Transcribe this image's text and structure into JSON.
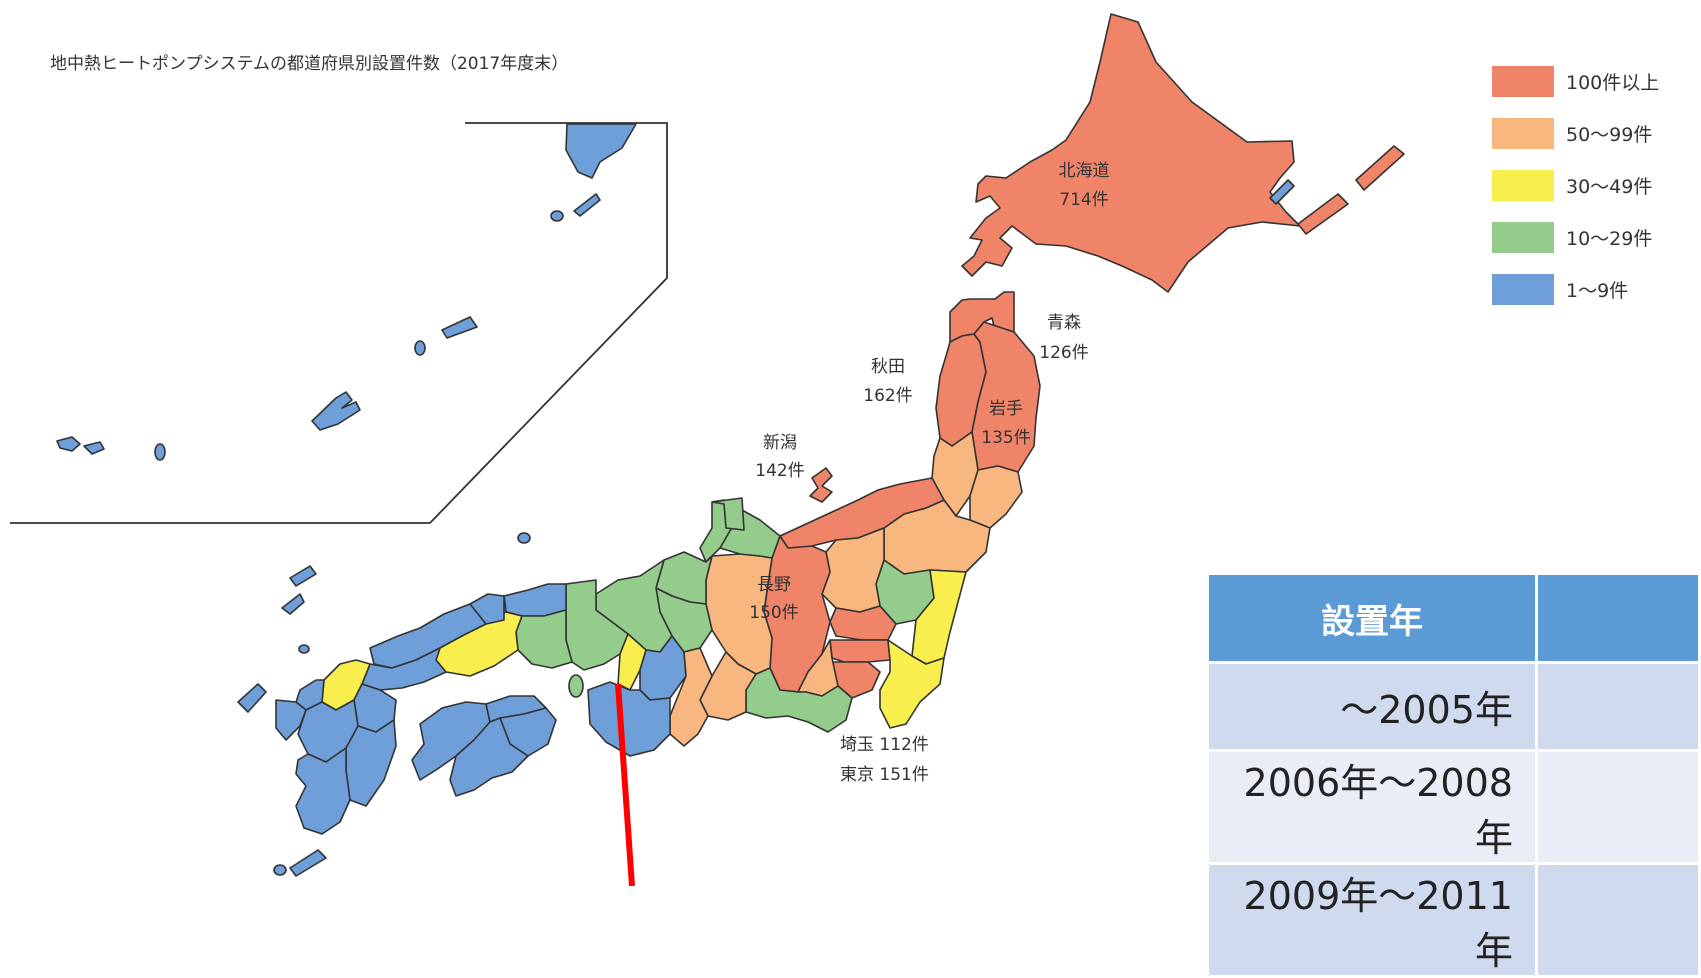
{
  "map": {
    "title": "地中熱ヒートポンプシステムの都道府県別設置件数（2017年度末）",
    "colors": {
      "over100": "#ef8468",
      "r50_99": "#f8b77f",
      "r30_49": "#f8ef4e",
      "r10_29": "#94cc8b",
      "r1_9": "#6e9fd8",
      "annotation_line": "#ff0000"
    },
    "labels": {
      "hokkaido_name": "北海道",
      "hokkaido_count": "714件",
      "aomori_name": "青森",
      "aomori_count": "126件",
      "akita_name": "秋田",
      "akita_count": "162件",
      "iwate_name": "岩手",
      "iwate_count": "135件",
      "niigata_name": "新潟",
      "niigata_count": "142件",
      "nagano_name": "長野",
      "nagano_count": "150件",
      "saitama": "埼玉 112件",
      "tokyo": "東京 151件"
    }
  },
  "legend": [
    {
      "label": "100件以上",
      "color": "#ef8468"
    },
    {
      "label": "50〜99件",
      "color": "#f8b77f"
    },
    {
      "label": "30〜49件",
      "color": "#f8ef4e"
    },
    {
      "label": "10〜29件",
      "color": "#94cc8b"
    },
    {
      "label": "1〜9件",
      "color": "#6e9fd8"
    }
  ],
  "table": {
    "header": {
      "col1": "設置年",
      "col2": ""
    },
    "rows": [
      {
        "year": "〜2005年",
        "value": ""
      },
      {
        "year": "2006年〜2008年",
        "value": ""
      },
      {
        "year": "2009年〜2011年",
        "value": ""
      }
    ]
  }
}
